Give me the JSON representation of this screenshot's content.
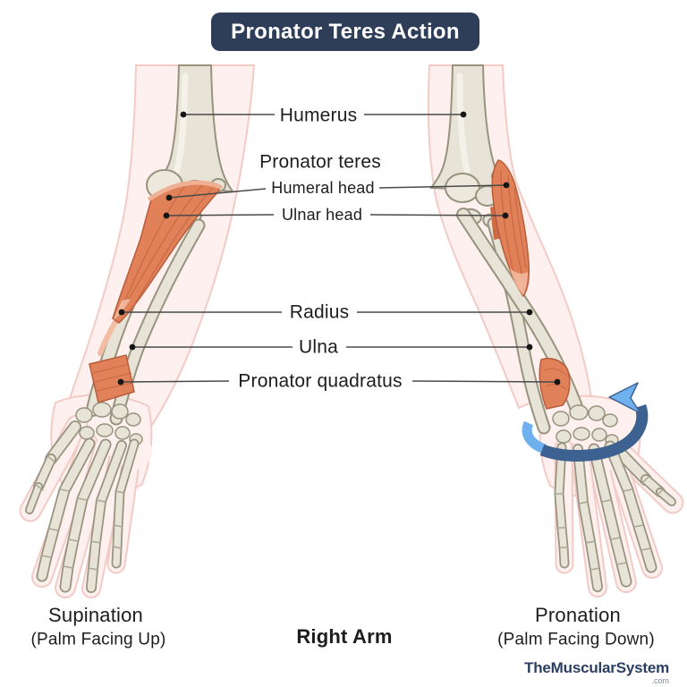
{
  "title": "Pronator Teres Action",
  "diagram": {
    "labels": {
      "humerus": "Humerus",
      "pronator_teres": "Pronator teres",
      "humeral_head": "Humeral head",
      "ulnar_head": "Ulnar head",
      "radius": "Radius",
      "ulna": "Ulna",
      "pronator_quadratus": "Pronator quadratus"
    },
    "captions": {
      "left_pose": "Supination",
      "left_pose_detail": "(Palm Facing Up)",
      "center_caption": "Right Arm",
      "right_pose": "Pronation",
      "right_pose_detail": "(Palm Facing Down)"
    },
    "icons": {
      "rotation_arrow": "rotation-arrow"
    },
    "colors": {
      "title_bg": "#2e3d58",
      "title_text": "#ffffff",
      "muscle": "#e0815a",
      "muscle_dark": "#c2613c",
      "bone": "#e7e3d6",
      "bone_outline": "#97937f",
      "skin": "#fdf0ee",
      "skin_outline": "#f3cbc6",
      "leader_line": "#4a4a4a",
      "arrow_dark": "#3d6190",
      "arrow_light": "#6fb0ee",
      "watermark": "#2b3f63"
    }
  },
  "watermark": {
    "name": "TheMuscularSystem",
    "tld": ".com"
  }
}
